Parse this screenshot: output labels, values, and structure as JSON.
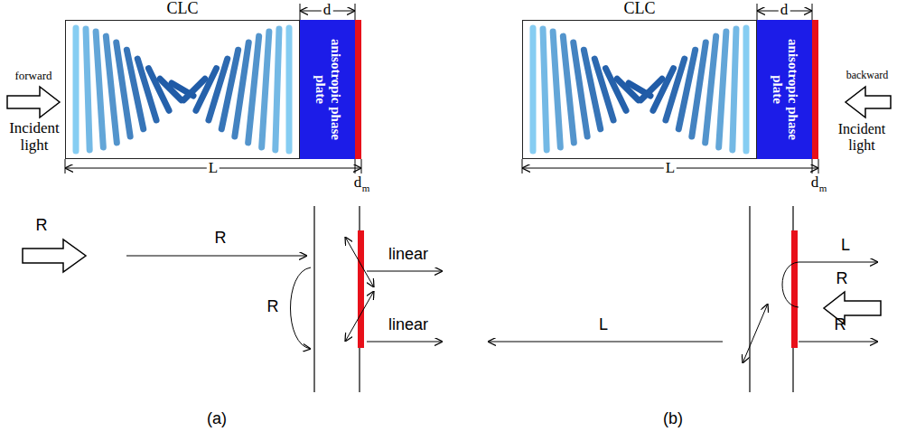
{
  "diagram": {
    "nodes": [
      {
        "text": [
          "CLC"
        ]
      },
      {
        "text": [
          "anisotropic phase plate"
        ]
      },
      {
        "text": [
          "CLC"
        ]
      },
      {
        "text": [
          "anisotropic phase plate"
        ]
      }
    ],
    "labels": [
      "forward",
      "Incident light",
      "L",
      "d",
      "d",
      "m",
      "R",
      "R",
      "R",
      "linear",
      "linear",
      "(a)",
      "backward",
      "Incident light",
      "L",
      "d",
      "d",
      "m",
      "L",
      "R",
      "R",
      "L",
      "(b)"
    ]
  }
}
